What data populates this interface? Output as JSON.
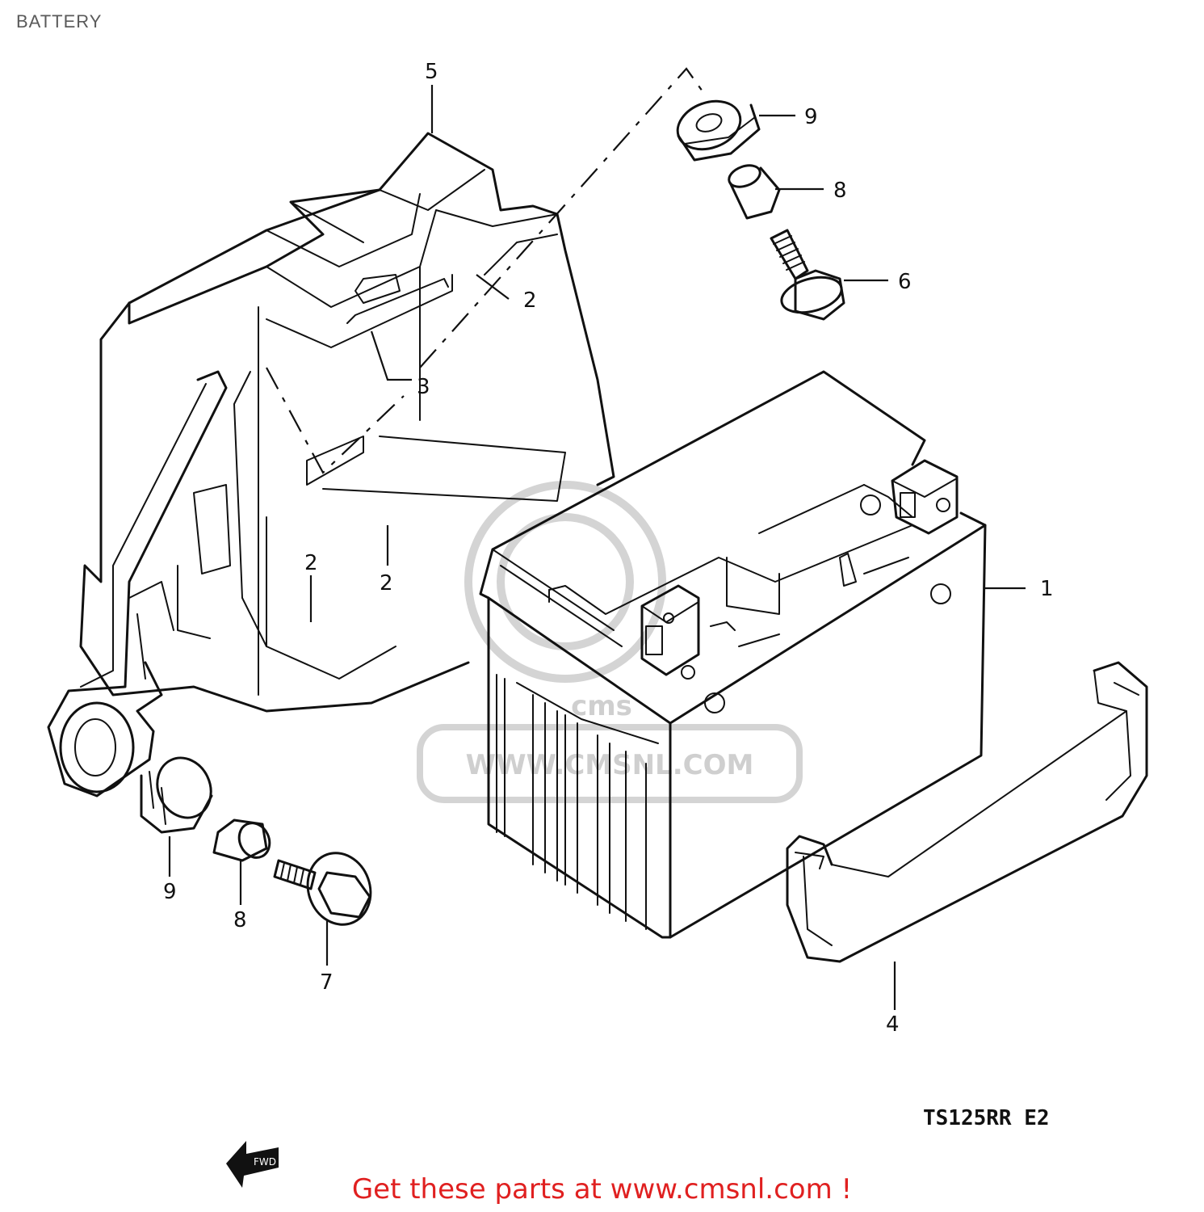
{
  "page": {
    "title": "BATTERY"
  },
  "diagram": {
    "model_code": "TS125RR E2",
    "callouts": [
      {
        "id": "c1",
        "label": "1"
      },
      {
        "id": "c2a",
        "label": "2"
      },
      {
        "id": "c2b",
        "label": "2"
      },
      {
        "id": "c2c",
        "label": "2"
      },
      {
        "id": "c3",
        "label": "3"
      },
      {
        "id": "c4",
        "label": "4"
      },
      {
        "id": "c5",
        "label": "5"
      },
      {
        "id": "c6",
        "label": "6"
      },
      {
        "id": "c7",
        "label": "7"
      },
      {
        "id": "c8a",
        "label": "8"
      },
      {
        "id": "c8b",
        "label": "8"
      },
      {
        "id": "c9a",
        "label": "9"
      },
      {
        "id": "c9b",
        "label": "9"
      }
    ],
    "watermark": {
      "text": "WWW.CMSNL.COM",
      "badge": "cms"
    },
    "front_arrow": "FWD"
  },
  "footer": {
    "link_text": "Get these parts at www.cmsnl.com !"
  }
}
